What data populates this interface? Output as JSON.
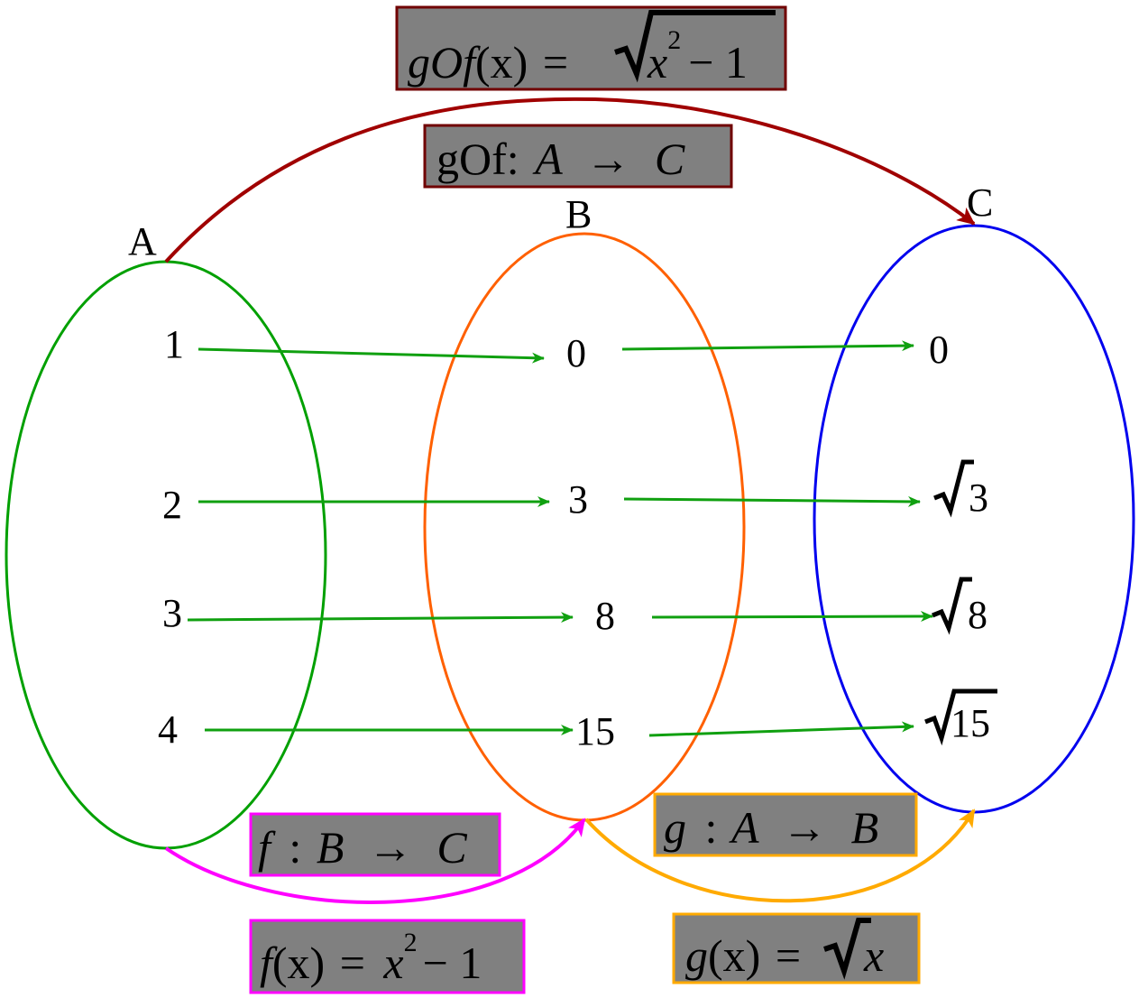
{
  "sets": {
    "A": {
      "label": "A",
      "elements": [
        "1",
        "2",
        "3",
        "4"
      ]
    },
    "B": {
      "label": "B",
      "elements": [
        "0",
        "3",
        "8",
        "15"
      ]
    },
    "C": {
      "label": "C",
      "elements": [
        "0",
        "3",
        "8",
        "15"
      ]
    }
  },
  "boxes": {
    "composite_formula": {
      "lhs": "gOf",
      "arg": "(x)",
      "eq": "=",
      "radicand": "x",
      "exp": "2",
      "tail": "− 1"
    },
    "composite_map": {
      "name": "gOf:",
      "from": "A",
      "arrow": "→",
      "to": "C"
    },
    "f_map": {
      "name": "f",
      "colon": ":",
      "from": "B",
      "arrow": "→",
      "to": "C"
    },
    "f_formula": {
      "lhs": "f",
      "arg": "(x)",
      "eq": "=",
      "var": "x",
      "exp": "2",
      "tail": "− 1"
    },
    "g_map": {
      "name": "g",
      "colon": ":",
      "from": "A",
      "arrow": "→",
      "to": "B"
    },
    "g_formula": {
      "lhs": "g",
      "arg": "(x)",
      "eq": "=",
      "var": "x"
    }
  },
  "colors": {
    "set_a": "#00a000",
    "set_b": "#ff6000",
    "set_c": "#0000ee",
    "mapping_arrows": "#10a010",
    "composite": "#a00000",
    "f": "#ff00ff",
    "g": "#ffaa00",
    "box_fill": "#808080"
  }
}
